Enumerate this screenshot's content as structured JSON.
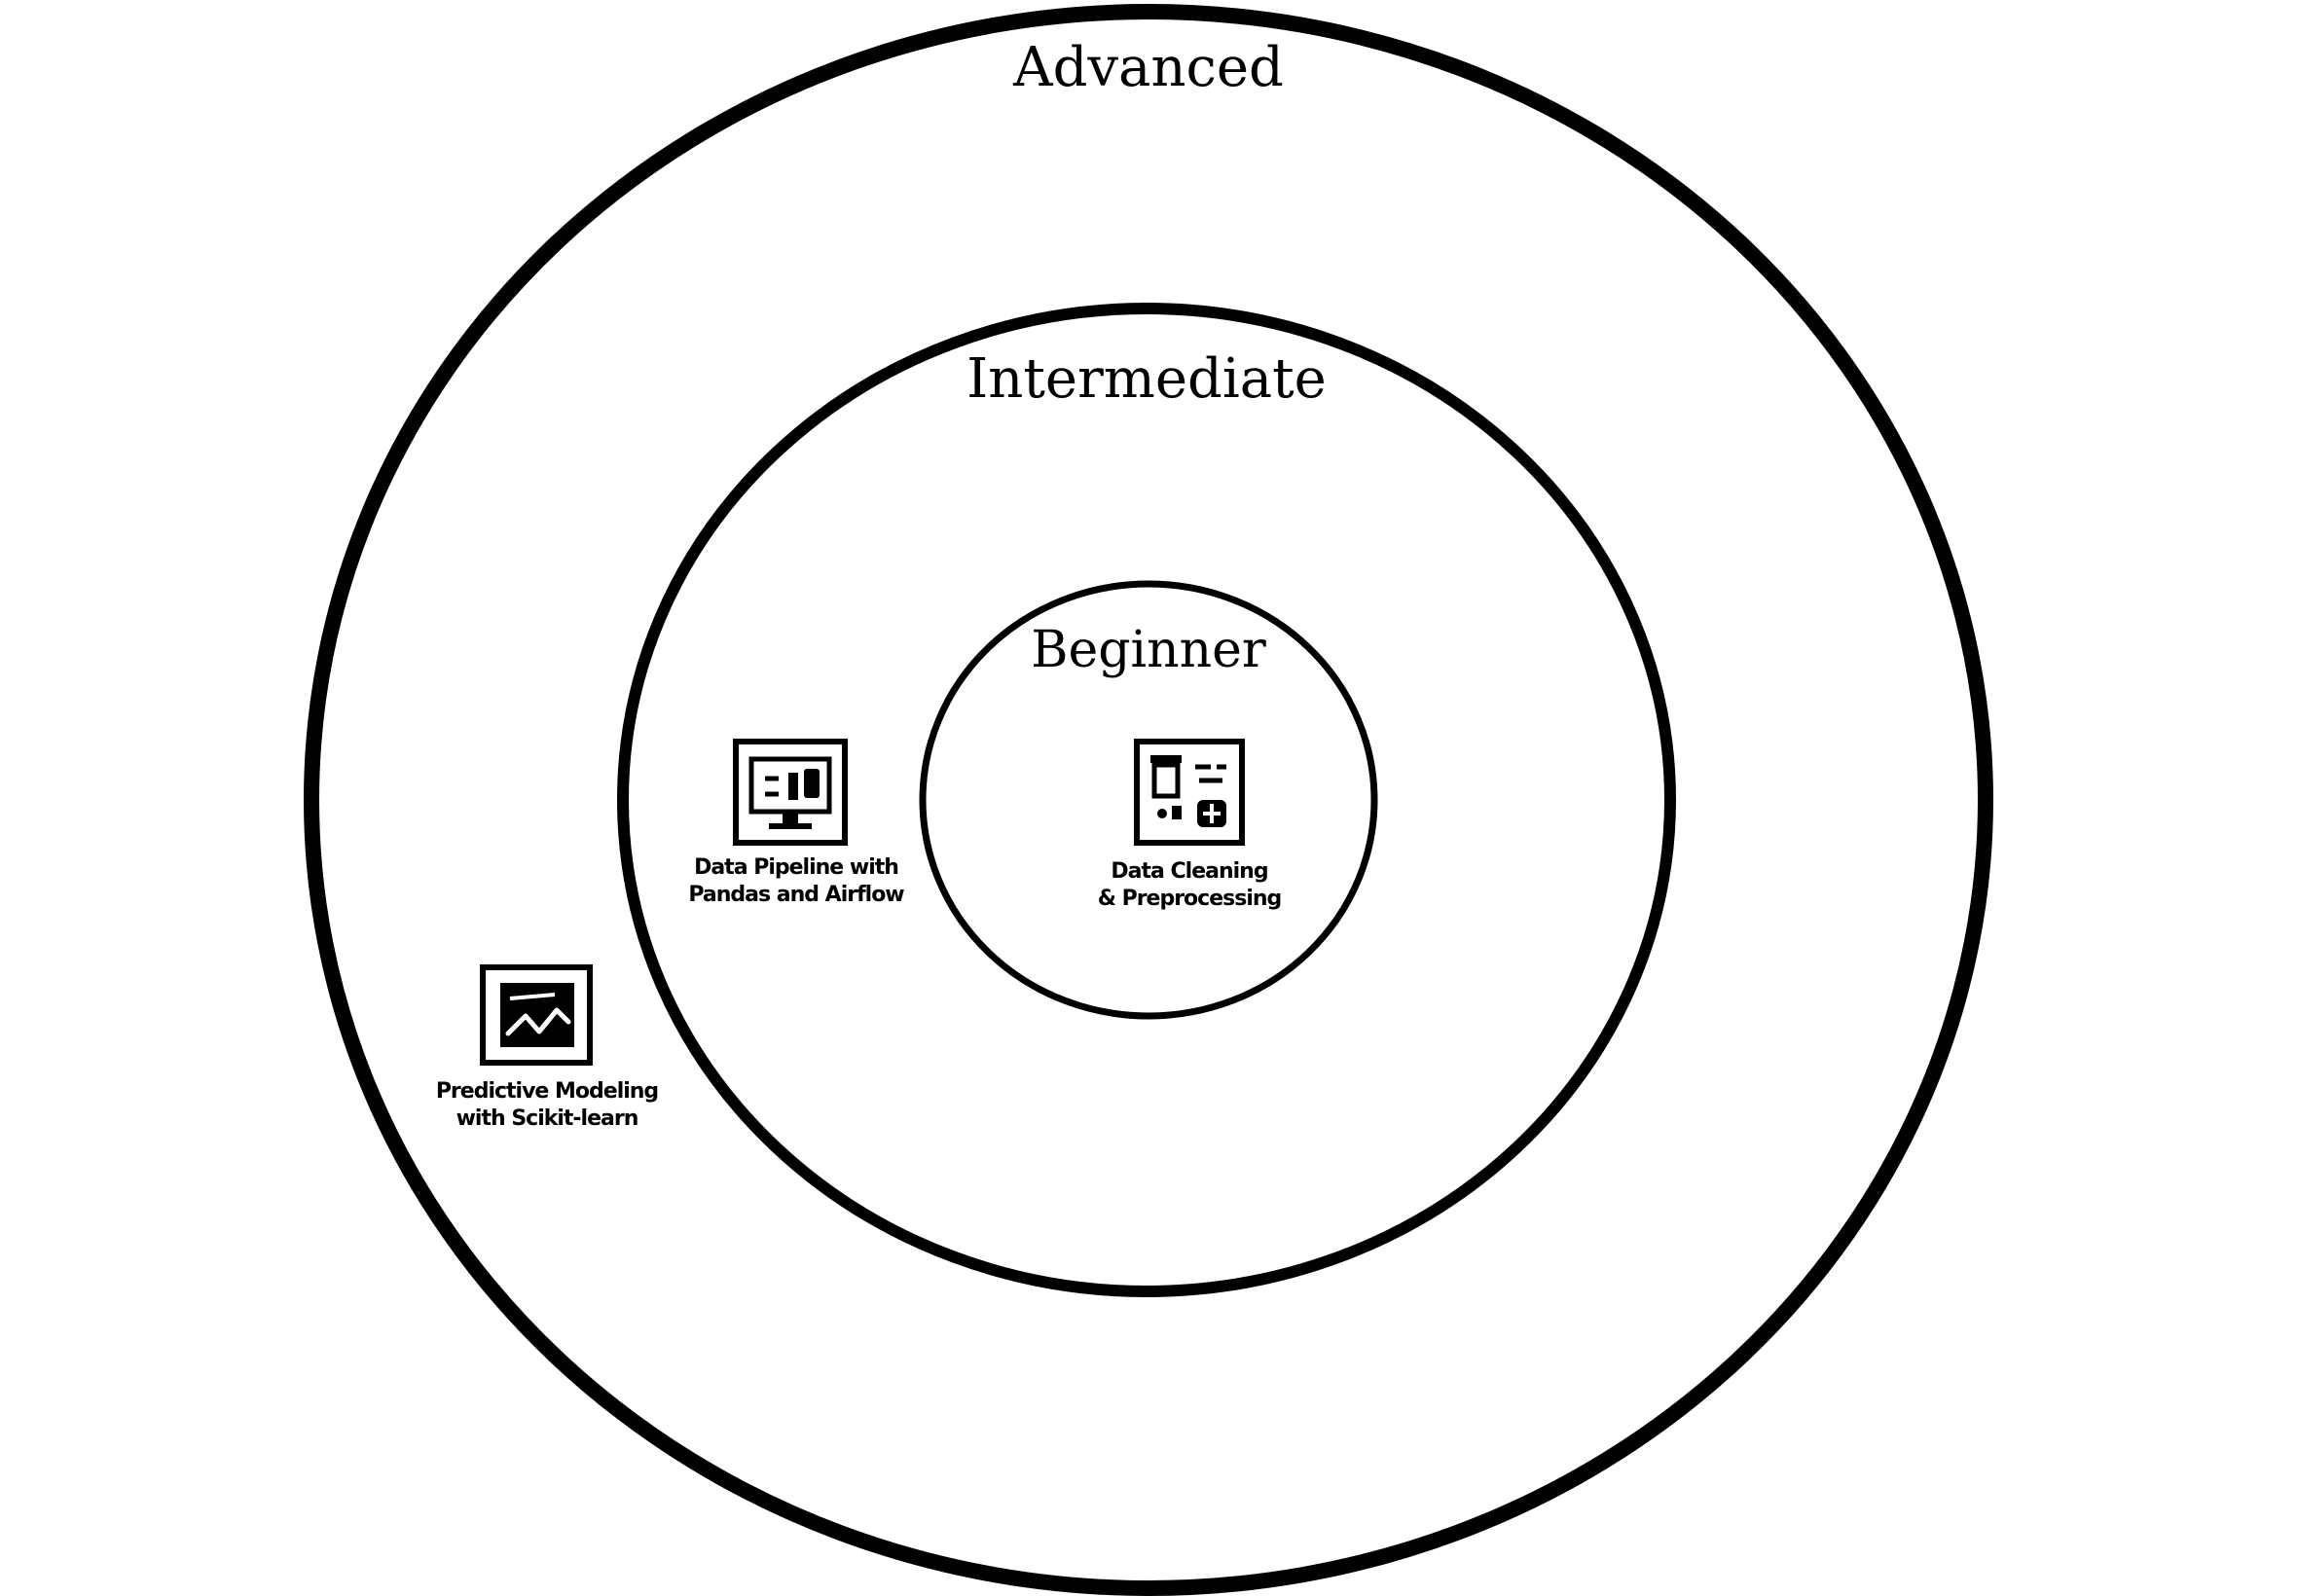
{
  "rings": [
    {
      "id": "advanced",
      "label": "Advanced"
    },
    {
      "id": "intermediate",
      "label": "Intermediate"
    },
    {
      "id": "beginner",
      "label": "Beginner"
    }
  ],
  "items": [
    {
      "ring": "beginner",
      "icon": "dashboard-board-icon",
      "label_lines": [
        "Data Cleaning",
        "& Preprocessing"
      ]
    },
    {
      "ring": "intermediate",
      "icon": "computer-monitor-icon",
      "label_lines": [
        "Data Pipeline with",
        "Pandas and Airflow"
      ]
    },
    {
      "ring": "advanced",
      "icon": "line-chart-icon",
      "label_lines": [
        "Predictive Modeling",
        "with Scikit-learn"
      ]
    }
  ],
  "colors": {
    "stroke": "#000000",
    "background": "#ffffff"
  }
}
